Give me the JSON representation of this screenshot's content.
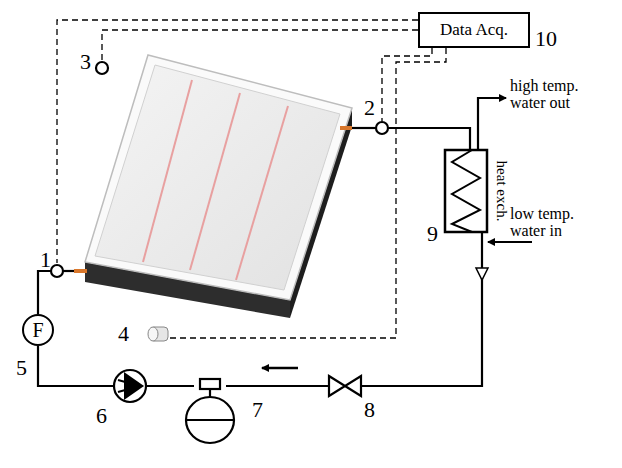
{
  "diagram": {
    "nodes": [
      {
        "text": [
          "Data Acq."
        ]
      },
      {
        "text": [
          "F"
        ]
      }
    ],
    "labels": [
      "10",
      "1",
      "2",
      "3",
      "4",
      "5",
      "6",
      "7",
      "8",
      "9",
      "heat exch.",
      "high temp. water out",
      "low temp. water in"
    ]
  }
}
